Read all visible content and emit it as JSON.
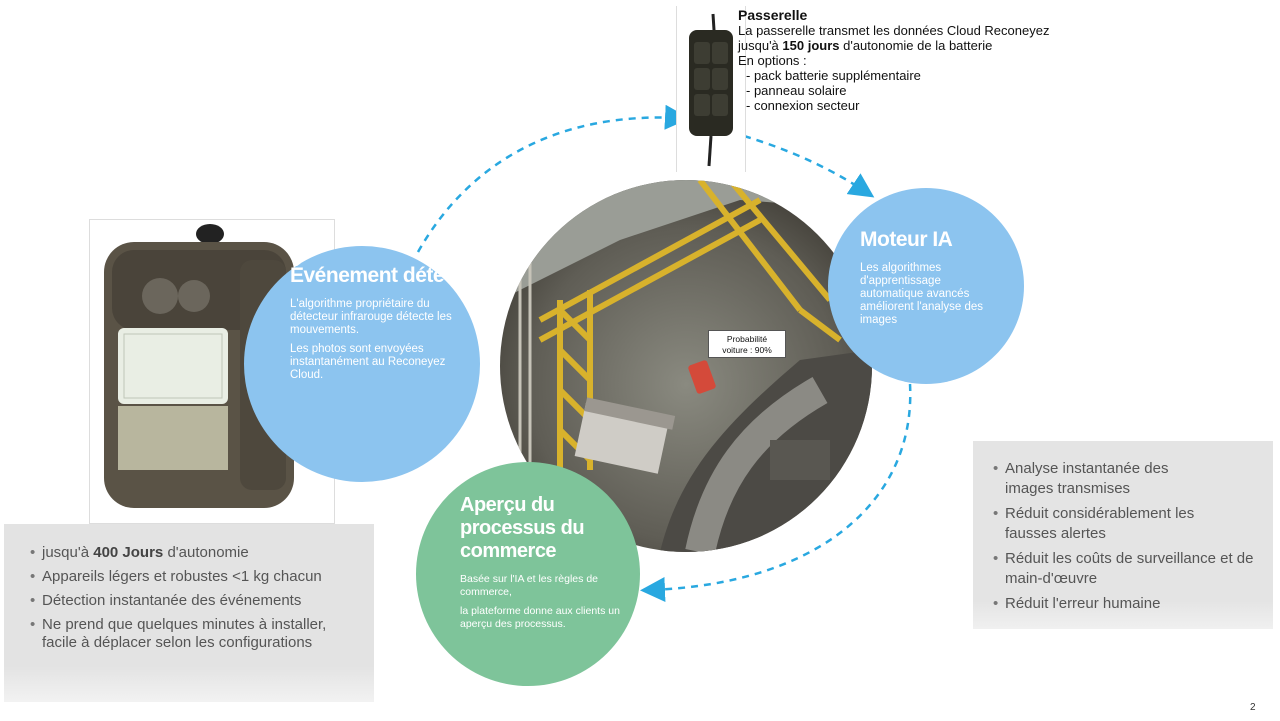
{
  "gateway": {
    "title": "Passerelle",
    "line1": "La passerelle transmet les données Cloud Reconeyez",
    "line2_prefix": "jusqu'à ",
    "line2_bold": "150 jours",
    "line2_suffix": " d'autonomie  de la batterie",
    "options_label": "En options :",
    "options": [
      "- pack batterie supplémentaire",
      "- panneau solaire",
      "- connexion secteur"
    ]
  },
  "event_circle": {
    "title": "Événement détecté",
    "text1": "L'algorithme propriétaire du détecteur infrarouge détecte les mouvements.",
    "text2": "Les photos sont envoyées instantanément au Reconeyez Cloud."
  },
  "ai_circle": {
    "title": "Moteur IA",
    "text": "Les algorithmes d'apprentissage automatique avancés améliorent l'analyse des images"
  },
  "business_circle": {
    "title": "Aperçu du processus du commerce",
    "text1": "Basée sur l'IA et les règles de commerce,",
    "text2": "la plateforme donne aux clients un aperçu des processus."
  },
  "photo_label": {
    "line1": "Probabilité",
    "line2": "voiture : 90%"
  },
  "left_box": {
    "item1_prefix": "jusqu'à ",
    "item1_bold": "400 Jours",
    "item1_suffix": " d'autonomie",
    "item2": "Appareils légers et robustes <1 kg chacun",
    "item3": "Détection instantanée des événements",
    "item4": "Ne prend que quelques minutes à installer, facile à déplacer selon les configurations"
  },
  "right_box": {
    "items": [
      "Analyse instantanée des images transmises",
      "Réduit considérablement les fausses alertes",
      "Réduit les coûts de surveillance et de main-d'œuvre",
      "Réduit l'erreur humaine"
    ]
  },
  "page_number": "2",
  "colors": {
    "circle_blue": "#8cc4ef",
    "circle_green": "#7ec49a",
    "arrow": "#29a8e0",
    "grey_box": "#e3e3e3"
  }
}
